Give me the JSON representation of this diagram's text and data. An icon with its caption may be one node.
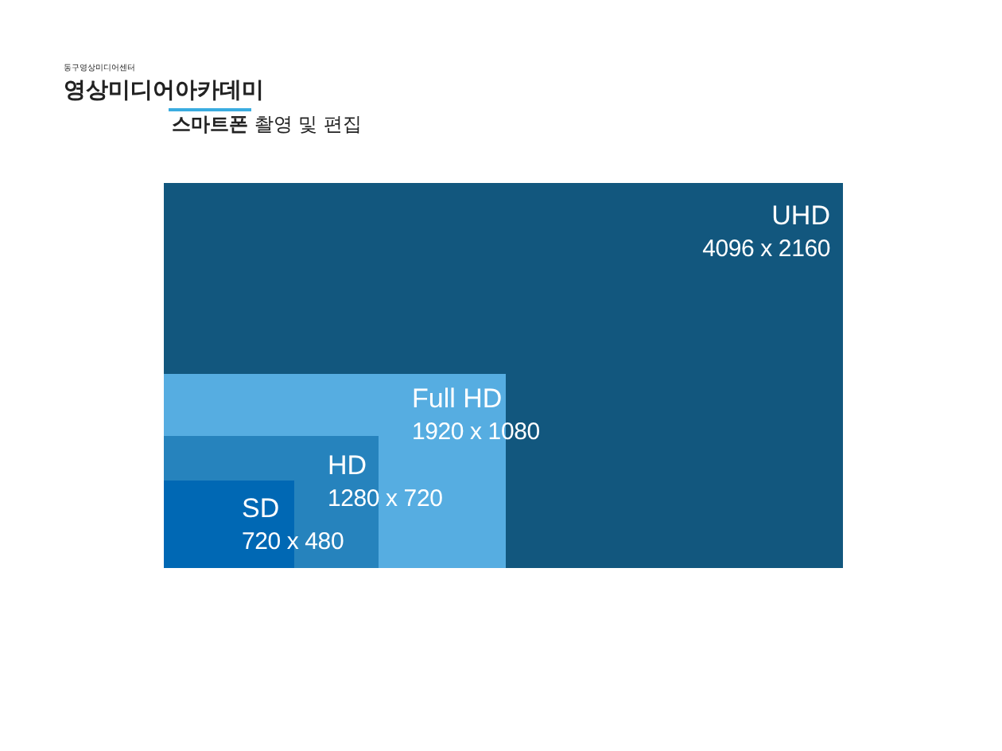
{
  "diagram": {
    "nodes": [
      {
        "text": [
          "UHD",
          "4096 x 2160"
        ]
      },
      {
        "text": [
          "Full HD",
          "1920 x 1080"
        ],
        "in": 0
      },
      {
        "text": [
          "HD",
          "1280 x 720"
        ],
        "in": 1
      },
      {
        "text": [
          "SD",
          "720 x 480"
        ],
        "in": 2
      }
    ],
    "labels": [
      "동구영상미디어센터",
      "영상미디어아카데미",
      "**스마트폰** 촬영 및 편집"
    ]
  }
}
